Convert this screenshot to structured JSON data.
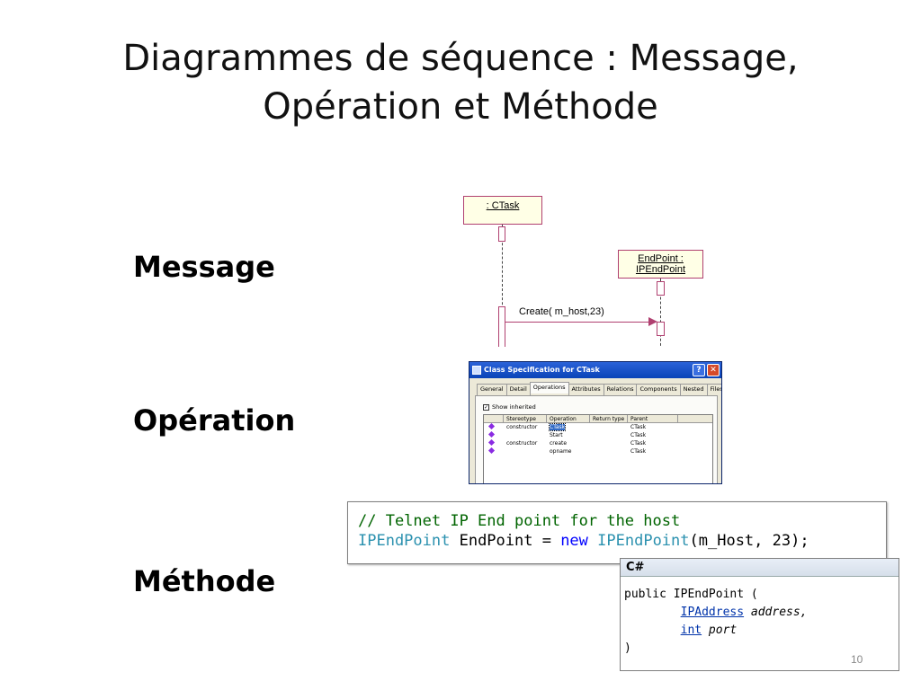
{
  "slide": {
    "title_line1": "Diagrammes de séquence : Message,",
    "title_line2": "Opération et Méthode",
    "labels": {
      "message": "Message",
      "operation": "Opération",
      "method": "Méthode"
    },
    "page_number": "10"
  },
  "sequence": {
    "lifeline1": ": CTask",
    "lifeline2_line1": "EndPoint :",
    "lifeline2_line2": "IPEndPoint",
    "message": "Create( m_host,23)"
  },
  "dialog": {
    "title": "Class Specification for CTask",
    "help_label": "?",
    "close_label": "✕",
    "tabs": [
      "General",
      "Detail",
      "Operations",
      "Attributes",
      "Relations",
      "Components",
      "Nested",
      "Files"
    ],
    "show_inherited": "Show inherited",
    "columns": [
      "",
      "Stereotype",
      "Operation",
      "Return type",
      "Parent"
    ],
    "rows": [
      {
        "stereotype": "constructor",
        "operation": "CTask",
        "return_type": "",
        "parent": "CTask"
      },
      {
        "stereotype": "",
        "operation": "Start",
        "return_type": "",
        "parent": "CTask"
      },
      {
        "stereotype": "constructor",
        "operation": "create",
        "return_type": "",
        "parent": "CTask"
      },
      {
        "stereotype": "",
        "operation": "opname",
        "return_type": "",
        "parent": "CTask"
      }
    ]
  },
  "code1": {
    "comment": "// Telnet IP End point for the host",
    "type1": "IPEndPoint",
    "var": " EndPoint = ",
    "kw_new": "new",
    "space": " ",
    "type2": "IPEndPoint",
    "args": "(m_Host, 23);"
  },
  "code2": {
    "lang": "C#",
    "l1": "public IPEndPoint (",
    "indent": "        ",
    "t_ipaddress": "IPAddress",
    "p_address": " address,",
    "t_int": "int",
    "p_port": " port",
    "close": ")"
  }
}
